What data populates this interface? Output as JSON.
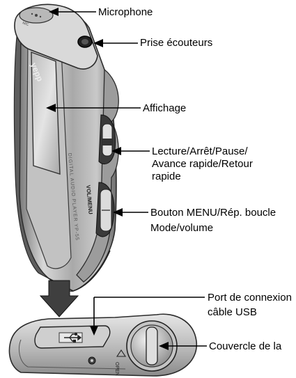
{
  "labels": {
    "microphone": "Microphone",
    "headphone_jack": "Prise écouteurs",
    "display": "Affichage",
    "play_controls": [
      "Lecture/Arrêt/Pause/",
      "Avance rapide/Retour",
      "rapide"
    ],
    "menu_button": [
      "Bouton MENU/Rép. boucle",
      "Mode/volume"
    ],
    "usb_port": [
      "Port de connexion",
      "câble USB"
    ],
    "battery_cover": "Couvercle de la"
  },
  "device_text": {
    "brand": "yepp",
    "side_text": "DIGITAL AUDIO PLAYER YP-55",
    "vol_menu": "VOL/MENU",
    "mic": "MIC",
    "open": "OPEN"
  }
}
